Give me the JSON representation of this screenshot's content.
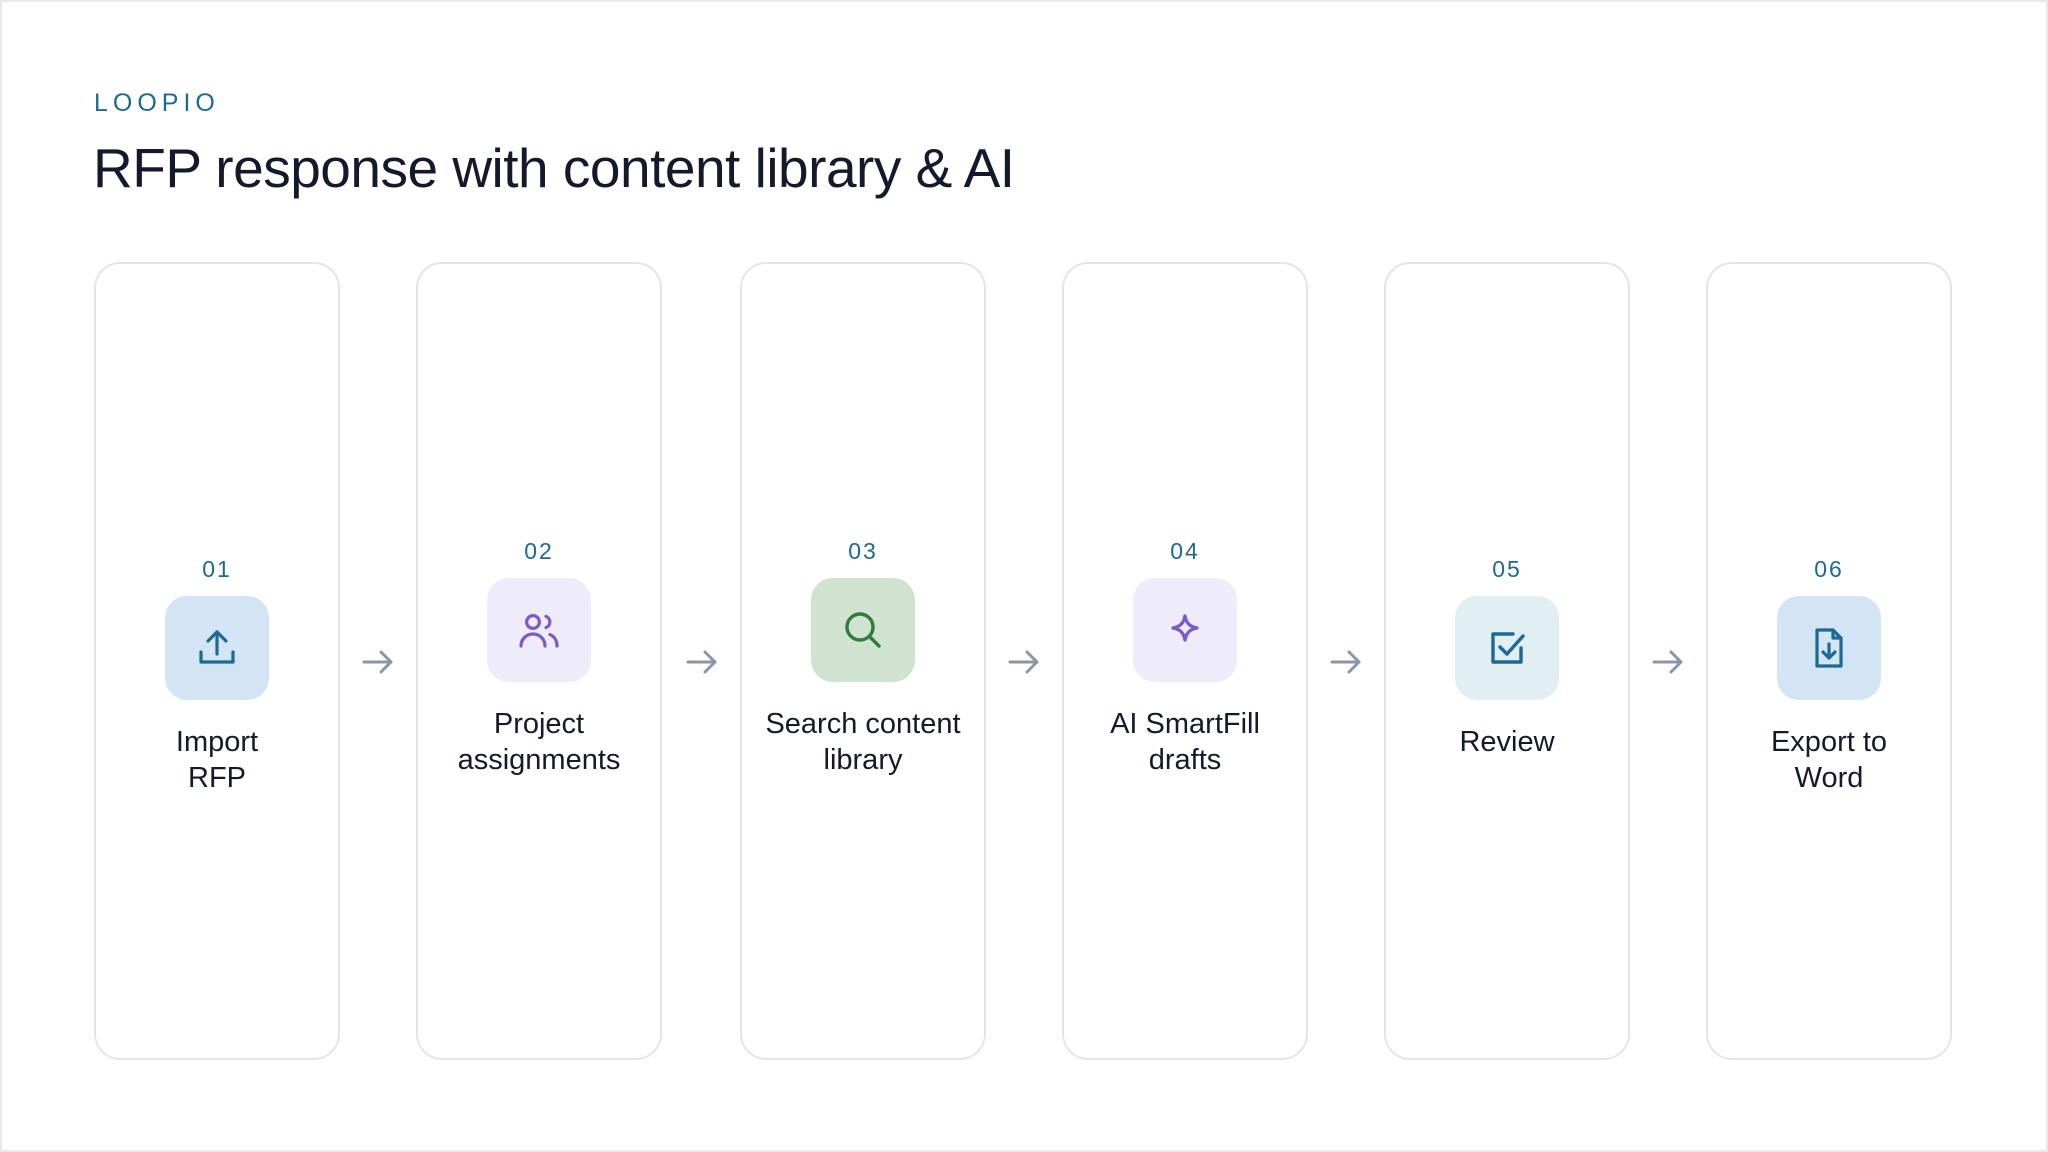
{
  "header": {
    "brand": "LOOPIO",
    "title": "RFP response with content library & AI"
  },
  "steps": [
    {
      "number": "01",
      "label": "Import\nRFP",
      "icon": "upload-icon",
      "icon_bg": "#d3e5f4",
      "icon_color": "#1b6a93"
    },
    {
      "number": "02",
      "label": "Project\nassignments",
      "icon": "users-icon",
      "icon_bg": "#eeebfb",
      "icon_color": "#7a5bc8"
    },
    {
      "number": "03",
      "label": "Search content\nlibrary",
      "icon": "search-icon",
      "icon_bg": "#d0e3d0",
      "icon_color": "#2f7d3a"
    },
    {
      "number": "04",
      "label": "AI SmartFill\ndrafts",
      "icon": "sparkle-icon",
      "icon_bg": "#eeebfb",
      "icon_color": "#7a5bc8"
    },
    {
      "number": "05",
      "label": "Review",
      "icon": "checkbox-icon",
      "icon_bg": "#e1eff2",
      "icon_color": "#1b6a93"
    },
    {
      "number": "06",
      "label": "Export to\nWord",
      "icon": "file-download-icon",
      "icon_bg": "#d3e5f4",
      "icon_color": "#1b6a93"
    }
  ],
  "arrow_color": "#8c95a8"
}
